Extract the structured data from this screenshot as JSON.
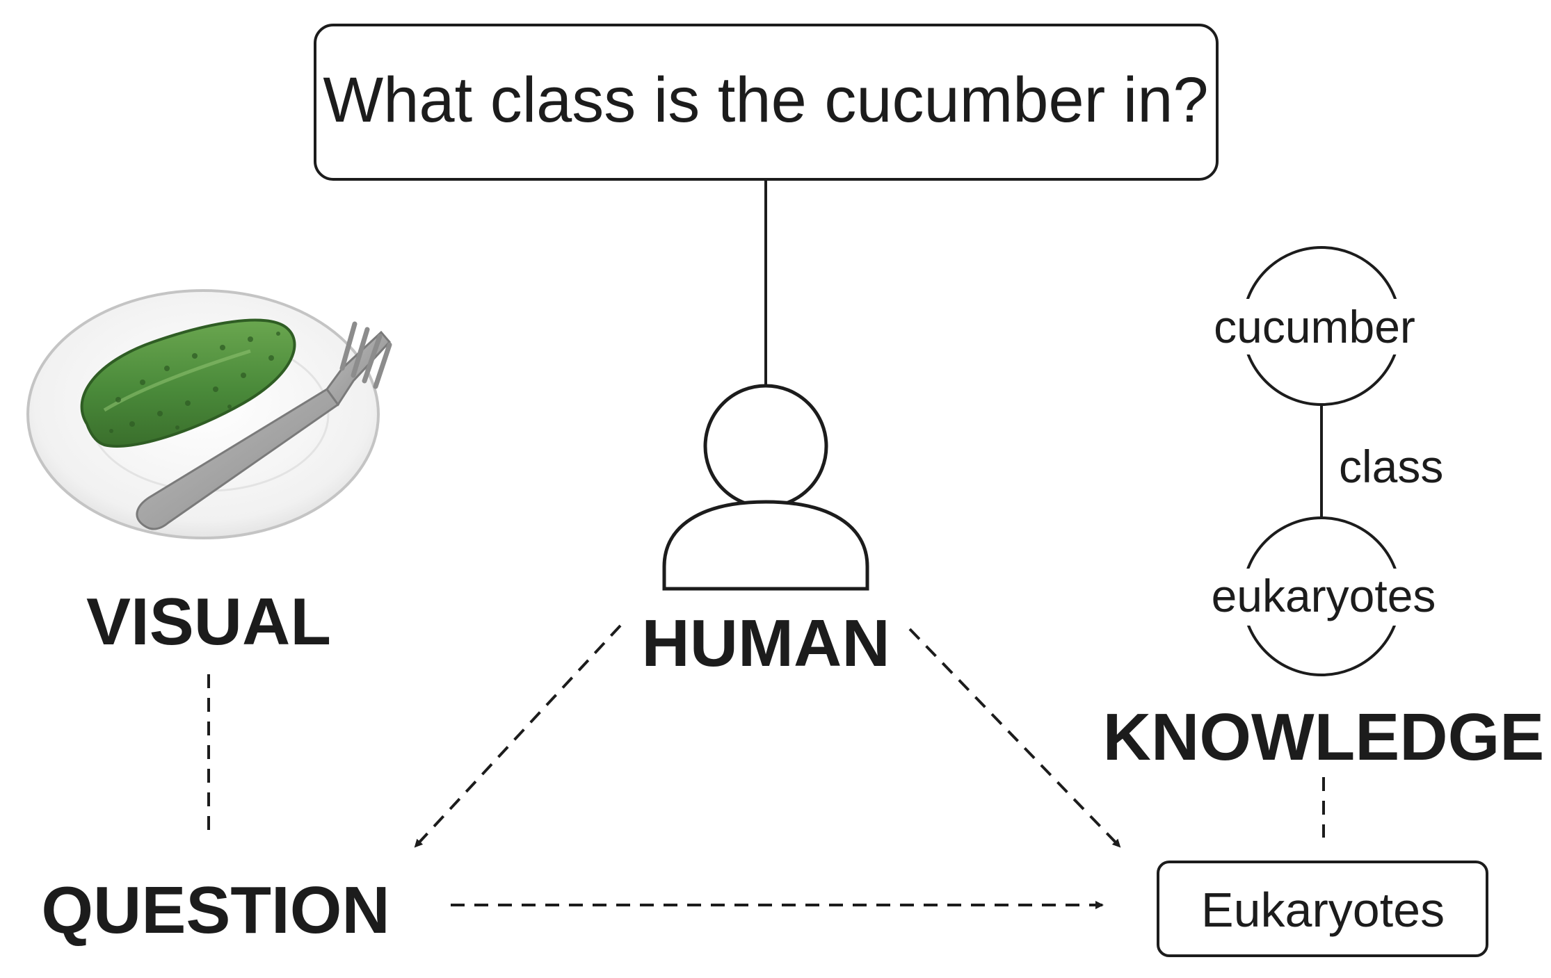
{
  "question": {
    "text": "What class is the cucumber in?"
  },
  "labels": {
    "visual": "VISUAL",
    "human": "HUMAN",
    "knowledge": "KNOWLEDGE",
    "question": "QUESTION"
  },
  "knowledge_graph": {
    "head_node": "cucumber",
    "relation": "class",
    "tail_node": "eukaryotes"
  },
  "answer": {
    "text": "Eukaryotes"
  },
  "colors": {
    "ink": "#1c1c1c",
    "cucumber_green": "#4a8a3a",
    "plate_gray": "#d9d9d9",
    "fork_gray": "#9a9a9a"
  }
}
